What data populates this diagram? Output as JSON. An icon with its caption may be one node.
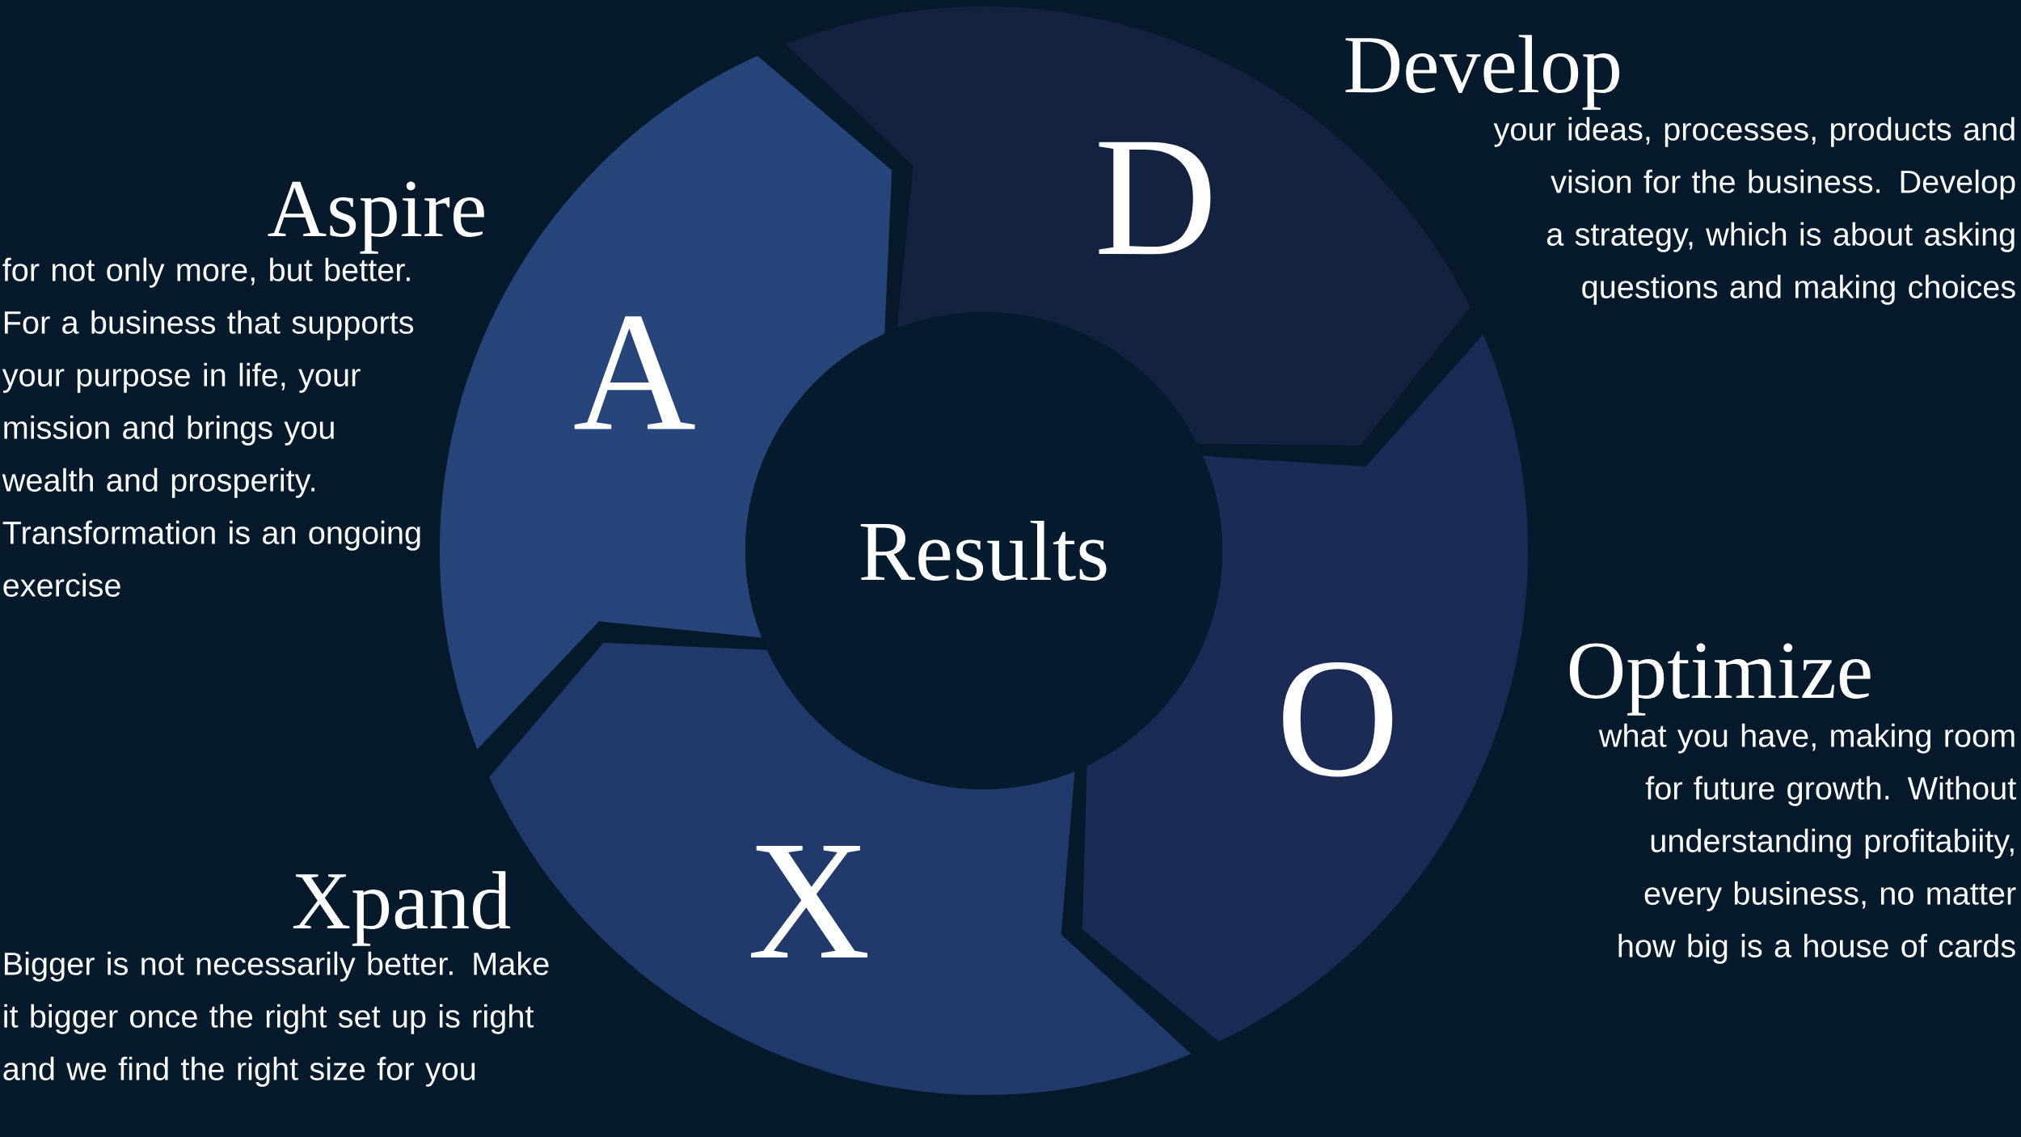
{
  "diagram": {
    "nodes": [
      {
        "text": [
          "Results"
        ]
      },
      {
        "text": [
          "A"
        ]
      },
      {
        "text": [
          "D"
        ]
      },
      {
        "text": [
          "O"
        ]
      },
      {
        "text": [
          "X"
        ]
      }
    ],
    "labels": [
      "Aspire",
      "for not only more, but better. For a business that supports your purpose in life, your mission and brings you wealth and prosperity. Transformation is an ongoing exercise",
      "Develop",
      "your ideas, processes, products and vision for the business. Develop a strategy, which is about asking questions and making choices",
      "Optimize",
      "what you have, making room for future growth. Without understanding profitabiity, every business, no matter how big is a house of cards",
      "Xpand",
      "Bigger is not necessarily better. Make it bigger once the right set up is right and we find the right size for you"
    ]
  }
}
